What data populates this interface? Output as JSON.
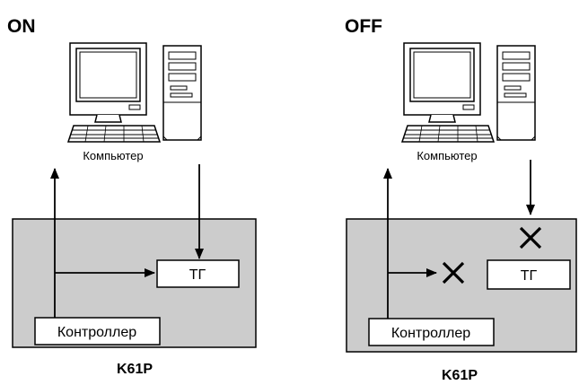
{
  "panels": [
    {
      "mode": "ON",
      "computer_label": "Компьютер",
      "tg_label": "ТГ",
      "controller_label": "Контроллер",
      "device_label": "K61P"
    },
    {
      "mode": "OFF",
      "computer_label": "Компьютер",
      "tg_label": "ТГ",
      "controller_label": "Контроллер",
      "device_label": "K61P",
      "block_marks": [
        "cross-icon",
        "cross-icon"
      ]
    }
  ],
  "colors": {
    "unit_fill": "#cccccc",
    "line": "#000000",
    "box_fill": "#ffffff"
  }
}
